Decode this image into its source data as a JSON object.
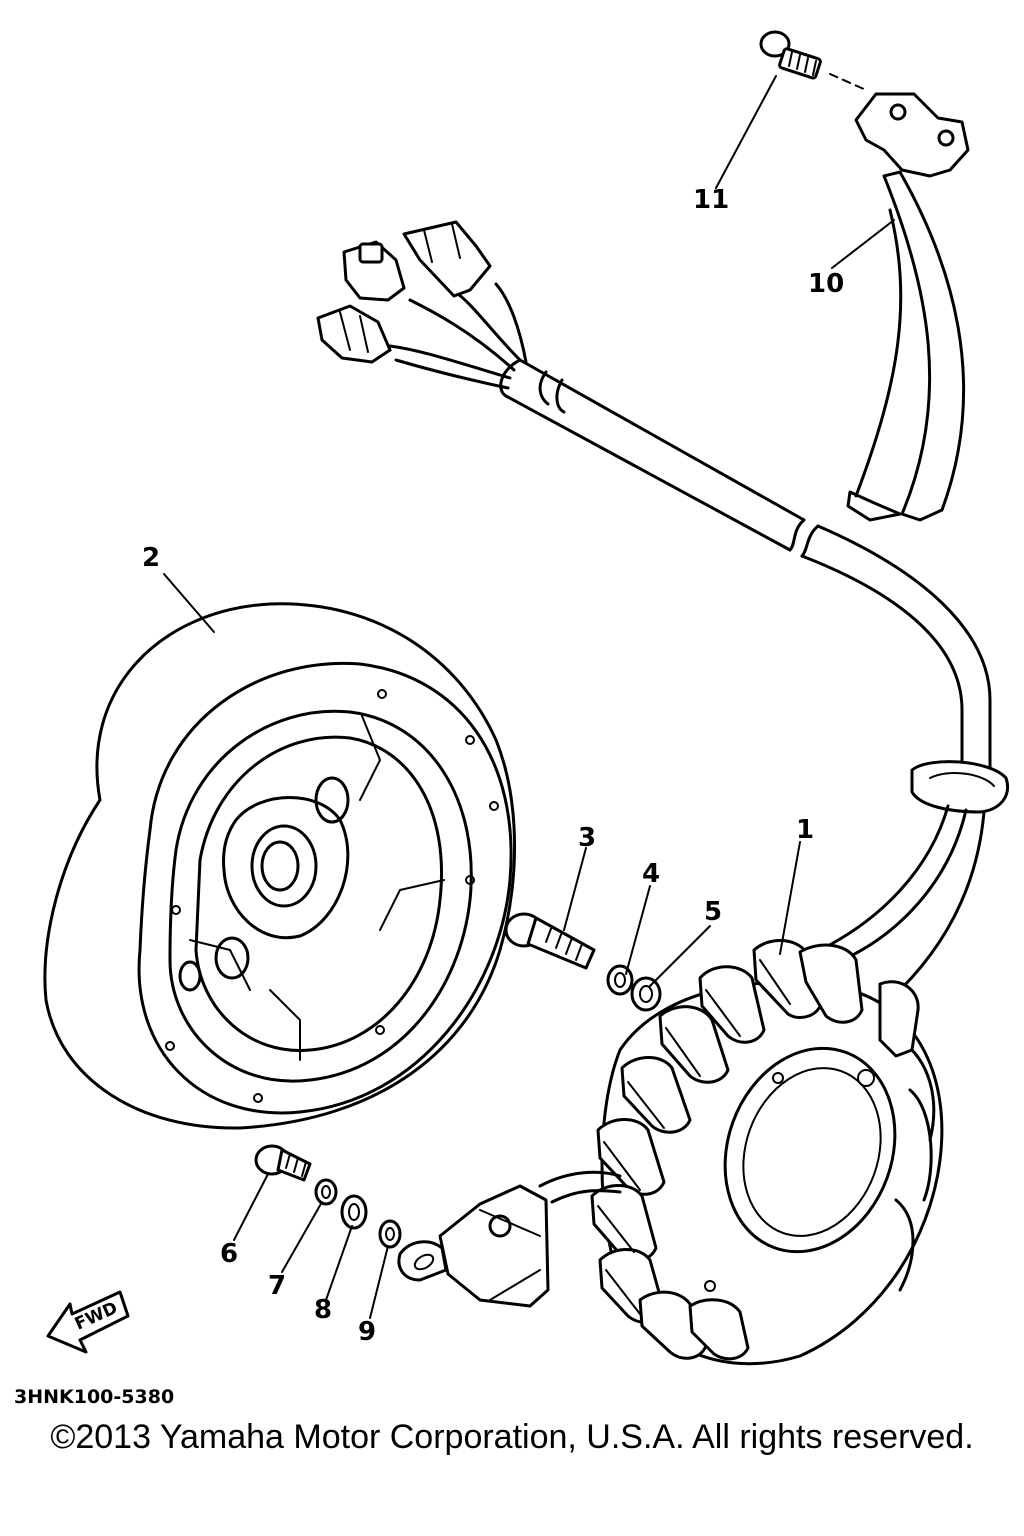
{
  "callouts": [
    {
      "number": "1",
      "part": "stator"
    },
    {
      "number": "2",
      "part": "rotor"
    },
    {
      "number": "3",
      "part": "bolt"
    },
    {
      "number": "4",
      "part": "lock washer"
    },
    {
      "number": "5",
      "part": "washer"
    },
    {
      "number": "6",
      "part": "screw"
    },
    {
      "number": "7",
      "part": "lock washer"
    },
    {
      "number": "8",
      "part": "washer"
    },
    {
      "number": "9",
      "part": "washer"
    },
    {
      "number": "10",
      "part": "clamp"
    },
    {
      "number": "11",
      "part": "screw"
    }
  ],
  "fwd_label": "FWD",
  "drawing_code": "3HNK100-5380",
  "copyright": "©2013 Yamaha Motor Corporation, U.S.A. All rights reserved."
}
